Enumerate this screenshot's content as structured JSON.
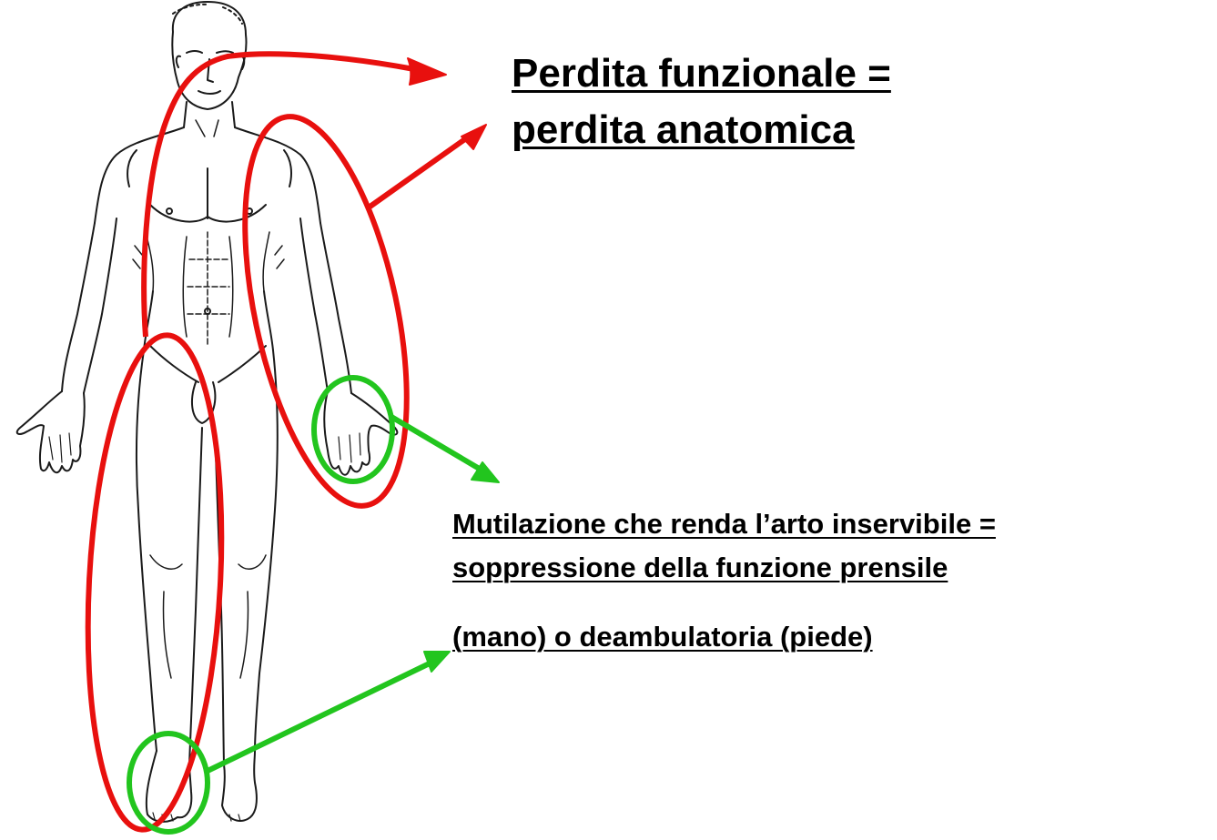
{
  "headline": {
    "line1": "Perdita funzionale =",
    "line2": "perdita anatomica"
  },
  "note": {
    "line1": "Mutilazione che renda l’arto inservibile =",
    "line2": "soppressione della funzione prensile",
    "line3": "(mano) o deambulatoria (piede)"
  },
  "colors": {
    "anatomical_loss": "#e8100e",
    "functional_loss": "#22c51e",
    "outline": "#1a1a1a"
  }
}
